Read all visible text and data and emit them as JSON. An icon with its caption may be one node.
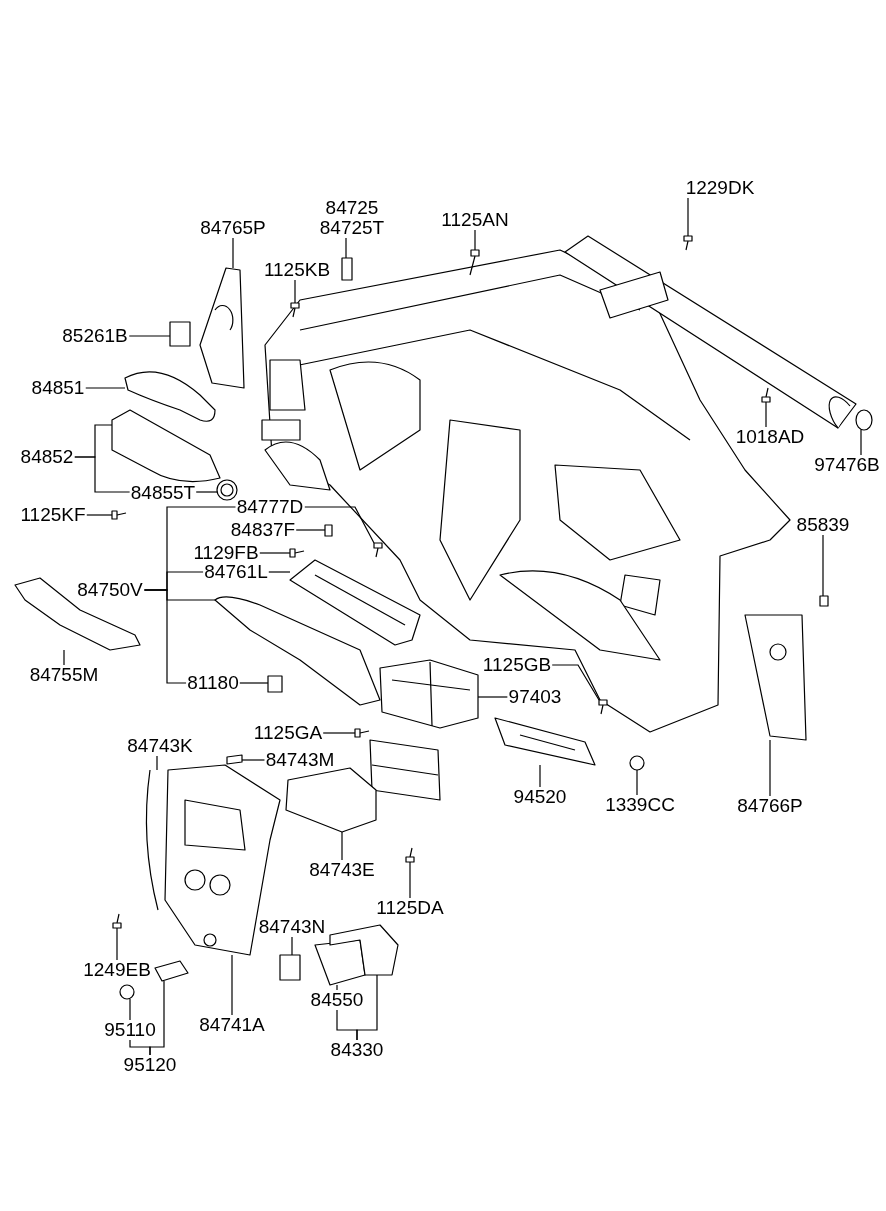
{
  "diagram": {
    "nodes": [
      {
        "text": [
          "84765P"
        ]
      },
      {
        "text": [
          "84725",
          "84725T"
        ]
      },
      {
        "text": [
          "1125AN"
        ]
      },
      {
        "text": [
          "1229DK"
        ]
      },
      {
        "text": [
          "1125KB"
        ]
      },
      {
        "text": [
          "85261B"
        ]
      },
      {
        "text": [
          "84851"
        ]
      },
      {
        "text": [
          "84852"
        ]
      },
      {
        "text": [
          "84855T"
        ]
      },
      {
        "text": [
          "1125KF"
        ]
      },
      {
        "text": [
          "84777D"
        ]
      },
      {
        "text": [
          "84837F"
        ]
      },
      {
        "text": [
          "1129FB"
        ]
      },
      {
        "text": [
          "84761L"
        ]
      },
      {
        "text": [
          "84750V"
        ]
      },
      {
        "text": [
          "81180"
        ]
      },
      {
        "text": [
          "84755M"
        ]
      },
      {
        "text": [
          "1125GB"
        ]
      },
      {
        "text": [
          "97403"
        ]
      },
      {
        "text": [
          "1125GA"
        ]
      },
      {
        "text": [
          "84743K"
        ]
      },
      {
        "text": [
          "84743M"
        ]
      },
      {
        "text": [
          "84743E"
        ]
      },
      {
        "text": [
          "1125DA"
        ]
      },
      {
        "text": [
          "94520"
        ]
      },
      {
        "text": [
          "1339CC"
        ]
      },
      {
        "text": [
          "84766P"
        ]
      },
      {
        "text": [
          "1018AD"
        ]
      },
      {
        "text": [
          "97476B"
        ]
      },
      {
        "text": [
          "85839"
        ]
      },
      {
        "text": [
          "84743N"
        ]
      },
      {
        "text": [
          "1249EB"
        ]
      },
      {
        "text": [
          "84741A"
        ]
      },
      {
        "text": [
          "84550"
        ]
      },
      {
        "text": [
          "84330"
        ]
      },
      {
        "text": [
          "95110"
        ]
      },
      {
        "text": [
          "95120"
        ]
      },
      {
        "text": [],
        "shape": "picture"
      },
      {
        "text": [],
        "shape": "box"
      },
      {
        "text": [],
        "shape": "picture"
      },
      {
        "text": [],
        "shape": "picture"
      },
      {
        "text": [],
        "shape": "picture"
      },
      {
        "text": [],
        "shape": "box"
      },
      {
        "text": [],
        "shape": "picture"
      },
      {
        "text": [],
        "shape": "picture"
      },
      {
        "text": [],
        "shape": "picture"
      },
      {
        "text": [],
        "shape": "picture"
      },
      {
        "text": [],
        "shape": "picture"
      },
      {
        "text": [],
        "shape": "box"
      },
      {
        "text": [],
        "shape": "picture"
      },
      {
        "text": [],
        "shape": "picture"
      },
      {
        "text": [],
        "shape": "picture"
      },
      {
        "text": [],
        "shape": "box"
      },
      {
        "text": [],
        "shape": "picture"
      },
      {
        "text": [],
        "shape": "picture"
      },
      {
        "text": [],
        "shape": "picture"
      },
      {
        "text": [],
        "shape": "picture"
      },
      {
        "text": [],
        "shape": "picture"
      },
      {
        "text": [],
        "shape": "picture"
      },
      {
        "text": [],
        "shape": "picture"
      },
      {
        "text": [],
        "shape": "picture"
      },
      {
        "text": [],
        "shape": "picture"
      },
      {
        "text": [],
        "shape": "circle"
      },
      {
        "text": [],
        "shape": "picture"
      },
      {
        "text": [],
        "shape": "picture"
      },
      {
        "text": [],
        "shape": "circle"
      },
      {
        "text": [],
        "shape": "box"
      },
      {
        "text": [],
        "shape": "box"
      },
      {
        "text": [],
        "shape": "picture"
      },
      {
        "text": [],
        "shape": "picture"
      },
      {
        "text": [],
        "shape": "picture"
      },
      {
        "text": [],
        "shape": "picture"
      },
      {
        "text": [],
        "shape": "circle"
      },
      {
        "text": [],
        "shape": "picture"
      }
    ],
    "edges": [
      {
        "from": 0,
        "to": 37,
        "arrow": "none"
      },
      {
        "from": 1,
        "to": 38,
        "arrow": "none"
      },
      {
        "from": 2,
        "to": 39,
        "arrow": "none"
      },
      {
        "from": 3,
        "to": 40,
        "arrow": "none"
      },
      {
        "from": 4,
        "to": 41,
        "arrow": "none"
      },
      {
        "from": 5,
        "to": 42,
        "arrow": "none"
      },
      {
        "from": 6,
        "to": 43,
        "arrow": "none"
      },
      {
        "from": 7,
        "to": 44,
        "arrow": "none"
      },
      {
        "from": 7,
        "to": 8,
        "arrow": "none"
      },
      {
        "from": 8,
        "to": 45,
        "arrow": "none"
      },
      {
        "from": 9,
        "to": 46,
        "arrow": "none"
      },
      {
        "from": 10,
        "to": 47,
        "arrow": "none"
      },
      {
        "from": 11,
        "to": 48,
        "arrow": "none"
      },
      {
        "from": 12,
        "to": 49,
        "arrow": "none"
      },
      {
        "from": 13,
        "to": 50,
        "arrow": "none"
      },
      {
        "from": 14,
        "to": 10,
        "arrow": "none"
      },
      {
        "from": 14,
        "to": 13,
        "arrow": "none"
      },
      {
        "from": 14,
        "to": 51,
        "arrow": "none"
      },
      {
        "from": 14,
        "to": 15,
        "arrow": "none"
      },
      {
        "from": 15,
        "to": 52,
        "arrow": "none"
      },
      {
        "from": 16,
        "to": 53,
        "arrow": "none"
      },
      {
        "from": 17,
        "to": 54,
        "arrow": "none"
      },
      {
        "from": 18,
        "to": 55,
        "arrow": "none"
      },
      {
        "from": 19,
        "to": 56,
        "arrow": "none"
      },
      {
        "from": 20,
        "to": 57,
        "arrow": "none"
      },
      {
        "from": 21,
        "to": 58,
        "arrow": "none"
      },
      {
        "from": 22,
        "to": 59,
        "arrow": "none"
      },
      {
        "from": 23,
        "to": 60,
        "arrow": "none"
      },
      {
        "from": 24,
        "to": 61,
        "arrow": "none"
      },
      {
        "from": 25,
        "to": 62,
        "arrow": "none"
      },
      {
        "from": 26,
        "to": 63,
        "arrow": "none"
      },
      {
        "from": 27,
        "to": 64,
        "arrow": "none"
      },
      {
        "from": 28,
        "to": 65,
        "arrow": "none"
      },
      {
        "from": 29,
        "to": 66,
        "arrow": "none"
      },
      {
        "from": 30,
        "to": 67,
        "arrow": "none"
      },
      {
        "from": 31,
        "to": 68,
        "arrow": "none"
      },
      {
        "from": 32,
        "to": 69,
        "arrow": "none"
      },
      {
        "from": 33,
        "to": 70,
        "arrow": "none"
      },
      {
        "from": 34,
        "to": 33,
        "arrow": "none"
      },
      {
        "from": 34,
        "to": 71,
        "arrow": "none"
      },
      {
        "from": 35,
        "to": 72,
        "arrow": "none"
      },
      {
        "from": 36,
        "to": 35,
        "arrow": "none"
      },
      {
        "from": 36,
        "to": 73,
        "arrow": "none"
      }
    ]
  }
}
